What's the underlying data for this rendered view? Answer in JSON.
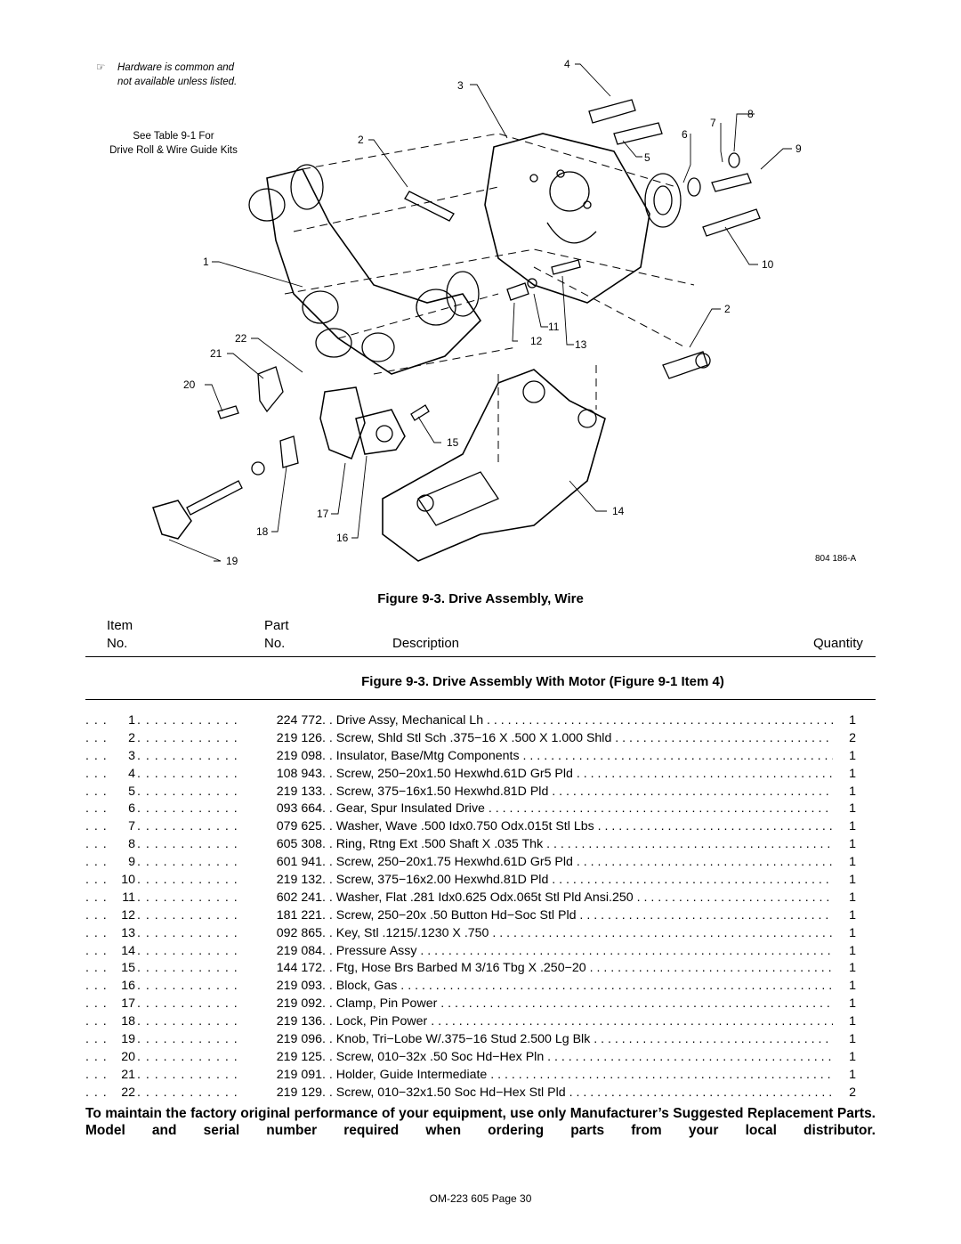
{
  "note": {
    "line1": "Hardware is common and",
    "line2": "not available unless listed."
  },
  "see_table": {
    "line1": "See Table 9-1 For",
    "line2": "Drive Roll & Wire Guide Kits"
  },
  "drawing_id": "804 186-A",
  "callouts": [
    "1",
    "2",
    "3",
    "4",
    "5",
    "6",
    "7",
    "8",
    "9",
    "10",
    "2",
    "11",
    "12",
    "13",
    "14",
    "15",
    "16",
    "17",
    "18",
    "19",
    "20",
    "21",
    "22"
  ],
  "figure_title": "Figure 9-3. Drive Assembly, Wire",
  "headers": {
    "item_line1": "Item",
    "item_line2": "No.",
    "part_line1": "Part",
    "part_line2": "No.",
    "description": "Description",
    "quantity": "Quantity"
  },
  "subtitle": "Figure 9-3. Drive Assembly With Motor (Figure 9-1 Item 4)",
  "parts": [
    {
      "item": "1",
      "part": "224 772",
      "desc": "Drive Assy, Mechanical Lh",
      "qty": "1"
    },
    {
      "item": "2",
      "part": "219 126",
      "desc": "Screw, Shld Stl Sch .375−16 X .500 X 1.000 Shld",
      "qty": "2"
    },
    {
      "item": "3",
      "part": "219 098",
      "desc": "Insulator, Base/Mtg Components",
      "qty": "1"
    },
    {
      "item": "4",
      "part": "108 943",
      "desc": "Screw, 250−20x1.50 Hexwhd.61D Gr5 Pld",
      "qty": "1"
    },
    {
      "item": "5",
      "part": "219 133",
      "desc": "Screw, 375−16x1.50 Hexwhd.81D Pld",
      "qty": "1"
    },
    {
      "item": "6",
      "part": "093 664",
      "desc": "Gear, Spur Insulated Drive",
      "qty": "1"
    },
    {
      "item": "7",
      "part": "079 625",
      "desc": "Washer, Wave .500 Idx0.750 Odx.015t Stl Lbs",
      "qty": "1"
    },
    {
      "item": "8",
      "part": "605 308",
      "desc": "Ring, Rtng Ext .500 Shaft X .035 Thk",
      "qty": "1"
    },
    {
      "item": "9",
      "part": "601 941",
      "desc": "Screw, 250−20x1.75 Hexwhd.61D Gr5 Pld",
      "qty": "1"
    },
    {
      "item": "10",
      "part": "219 132",
      "desc": "Screw, 375−16x2.00 Hexwhd.81D Pld",
      "qty": "1"
    },
    {
      "item": "11",
      "part": "602 241",
      "desc": "Washer, Flat .281 Idx0.625 Odx.065t Stl Pld Ansi.250",
      "qty": "1"
    },
    {
      "item": "12",
      "part": "181 221",
      "desc": "Screw, 250−20x .50 Button Hd−Soc Stl Pld",
      "qty": "1"
    },
    {
      "item": "13",
      "part": "092 865",
      "desc": "Key, Stl .1215/.1230 X .750",
      "qty": "1"
    },
    {
      "item": "14",
      "part": "219 084",
      "desc": "Pressure Assy",
      "qty": "1"
    },
    {
      "item": "15",
      "part": "144 172",
      "desc": "Ftg, Hose Brs Barbed M 3/16 Tbg X .250−20",
      "qty": "1"
    },
    {
      "item": "16",
      "part": "219 093",
      "desc": "Block, Gas",
      "qty": "1"
    },
    {
      "item": "17",
      "part": "219 092",
      "desc": "Clamp, Pin Power",
      "qty": "1"
    },
    {
      "item": "18",
      "part": "219 136",
      "desc": "Lock, Pin Power",
      "qty": "1"
    },
    {
      "item": "19",
      "part": "219 096",
      "desc": "Knob, Tri−Lobe W/.375−16 Stud 2.500 Lg Blk",
      "qty": "1"
    },
    {
      "item": "20",
      "part": "219 125",
      "desc": "Screw, 010−32x .50 Soc Hd−Hex Pln",
      "qty": "1"
    },
    {
      "item": "21",
      "part": "219 091",
      "desc": "Holder, Guide Intermediate",
      "qty": "1"
    },
    {
      "item": "22",
      "part": "219 129",
      "desc": "Screw, 010−32x1.50 Soc Hd−Hex Stl Pld",
      "qty": "2"
    }
  ],
  "footer_note": "To maintain the factory original performance of your equipment, use only Manufacturer’s Suggested Replacement Parts. Model and serial number required when ordering parts from your local distributor.",
  "page_footer": "OM-223 605 Page 30"
}
